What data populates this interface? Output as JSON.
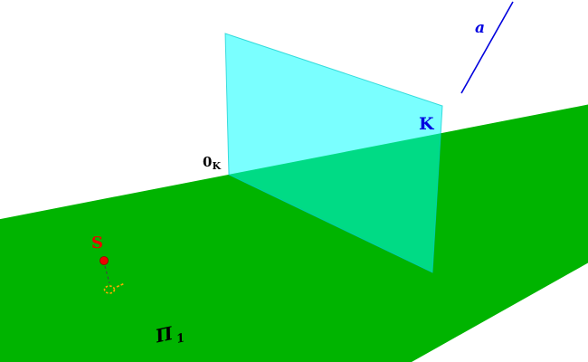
{
  "colors": {
    "plane_horizontal": "#00b400",
    "plane_vertical": "#00ffff",
    "plane_vertical_edge": "#00cccc",
    "line_blue": "#0000dd",
    "label_blue": "#0000e0",
    "point_red": "#ee0000",
    "marker_orange": "#ffaa00",
    "text_black": "#000000",
    "connector_gray": "#444444"
  },
  "diagram": {
    "horizontal_plane": {
      "label_base": "Π",
      "label_sub": "1"
    },
    "vertical_plane": {
      "description": "translucent cyan vertical plane standing on horizontal plane"
    },
    "line_a": {
      "label": "a"
    },
    "points": {
      "origin_k": {
        "base": "0",
        "sub": "K"
      },
      "k": {
        "label": "K"
      },
      "s": {
        "label": "S"
      }
    }
  }
}
